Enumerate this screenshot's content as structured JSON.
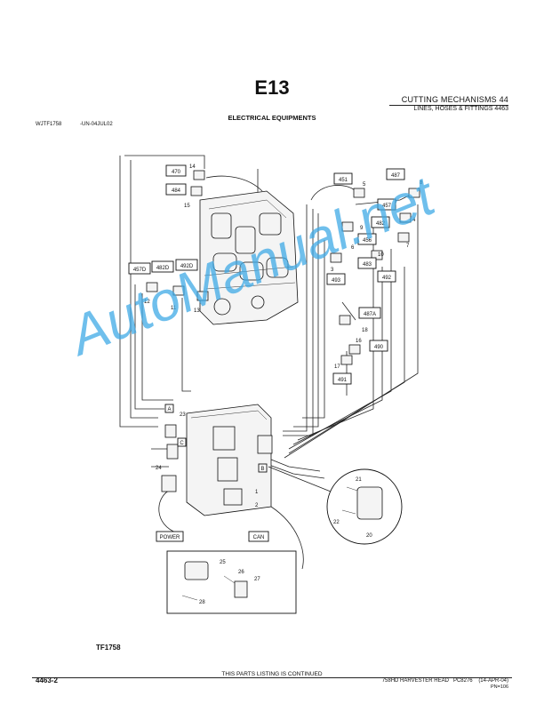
{
  "header": {
    "title": "E13",
    "section_line1": "CUTTING MECHANISMS 44",
    "section_line2": "LINES, HOSES & FITTINGS 4463",
    "heading": "ELECTRICAL EQUIPMENTS",
    "ref_code": "WJTF1758",
    "ref_date": "-UN-04JUL02"
  },
  "diagram": {
    "boxed_labels": [
      "470",
      "484",
      "457D",
      "482D",
      "492D",
      "451",
      "487",
      "457",
      "482",
      "456",
      "483",
      "493",
      "492",
      "487A",
      "490",
      "491",
      "A",
      "C",
      "B",
      "POWER",
      "CAN"
    ],
    "callouts": [
      "14",
      "15",
      "5",
      "8",
      "9",
      "4",
      "6",
      "7",
      "10",
      "3",
      "12",
      "11",
      "13",
      "18",
      "16",
      "17",
      "23",
      "24",
      "1",
      "2",
      "21",
      "22",
      "20",
      "25",
      "26",
      "27",
      "28"
    ],
    "figure_id": "TF1758"
  },
  "watermark": {
    "text": "AutoManual.net",
    "color": "#3fa9e6"
  },
  "footer": {
    "page": "4463-2",
    "continued": "THIS PARTS LISTING IS CONTINUED",
    "model": "758HD HARVESTER HEAD",
    "catalog": "PC8276",
    "date": "(14-APR-04)",
    "pn": "PN=106"
  }
}
